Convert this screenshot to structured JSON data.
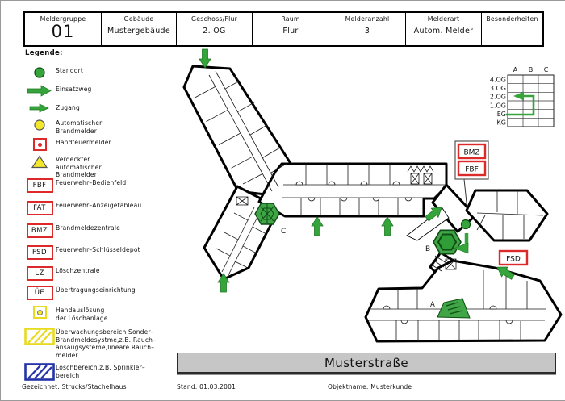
{
  "header": {
    "cells": [
      {
        "label": "Meldergruppe",
        "value": "01"
      },
      {
        "label": "Gebäude",
        "value": "Mustergebäude"
      },
      {
        "label": "Geschoss/Flur",
        "value": "2. OG"
      },
      {
        "label": "Raum",
        "value": "Flur"
      },
      {
        "label": "Melderanzahl",
        "value": "3"
      },
      {
        "label": "Melderart",
        "value": "Autom. Melder"
      },
      {
        "label": "Besonderheiten",
        "value": ""
      }
    ]
  },
  "legend": {
    "title": "Legende:",
    "items": [
      {
        "symbol": "standort-icon",
        "text": "Standort"
      },
      {
        "symbol": "einsatzweg-icon",
        "text": "Einsatzweg"
      },
      {
        "symbol": "zugang-icon",
        "text": "Zugang"
      },
      {
        "symbol": "automatic-detector-icon",
        "text": "Automatischer\nBrandmelder"
      },
      {
        "symbol": "manual-callpoint-icon",
        "text": "Handfeuermelder"
      },
      {
        "symbol": "hidden-detector-icon",
        "text": "Verdeckter\nautomatischer\nBrandmelder"
      },
      {
        "symbol": "fbf-box",
        "box": "FBF",
        "text": "Feuerwehr–Bedienfeld"
      },
      {
        "symbol": "fat-box",
        "box": "FAT",
        "text": "Feuerwehr–Anzeigetableau"
      },
      {
        "symbol": "bmz-box",
        "box": "BMZ",
        "text": "Brandmeldezentrale"
      },
      {
        "symbol": "fsd-box",
        "box": "FSD",
        "text": "Feuerwehr–Schlüsseldepot"
      },
      {
        "symbol": "lz-box",
        "box": "LZ",
        "text": "Löschzentrale"
      },
      {
        "symbol": "ue-box",
        "box": "ÜE",
        "text": "Übertragungseinrichtung"
      },
      {
        "symbol": "manual-release-icon",
        "text": "Handauslösung\nder Löschanlage"
      },
      {
        "symbol": "monitoring-area-icon",
        "text": "Überwachungsbereich Sonder–\nBrandmeldesystme,z.B. Rauch–\nansaugsysteme,lineare Rauch–\nmelder"
      },
      {
        "symbol": "extinguishing-area-icon",
        "text": "Löschbereich,z.B. Sprinkler–\nbereich"
      }
    ]
  },
  "floor_indicator": {
    "columns": [
      "A",
      "B",
      "C"
    ],
    "rows": [
      "4.OG",
      "3.OG",
      "2.OG",
      "1.OG",
      "EG",
      "KG"
    ],
    "current_floor": "2.OG"
  },
  "plan": {
    "stair_a": "A",
    "stair_b": "B",
    "stair_c": "C",
    "bmz": "BMZ",
    "fbf": "FBF",
    "fsd": "FSD"
  },
  "banner": {
    "street": "Musterstraße"
  },
  "footer": {
    "drawn_label": "Gezeichnet:",
    "drawn_value": "Strucks/Stachelhaus",
    "date": "Stand: 01.03.2001",
    "object": "Objektname: Musterkunde"
  },
  "colors": {
    "green": "#35a43a",
    "green_dark": "#0f4d14",
    "red": "#dc2a2a",
    "yellow": "#f2e72a",
    "blue": "#2433a8",
    "banner_gray": "#c6c6c6"
  }
}
